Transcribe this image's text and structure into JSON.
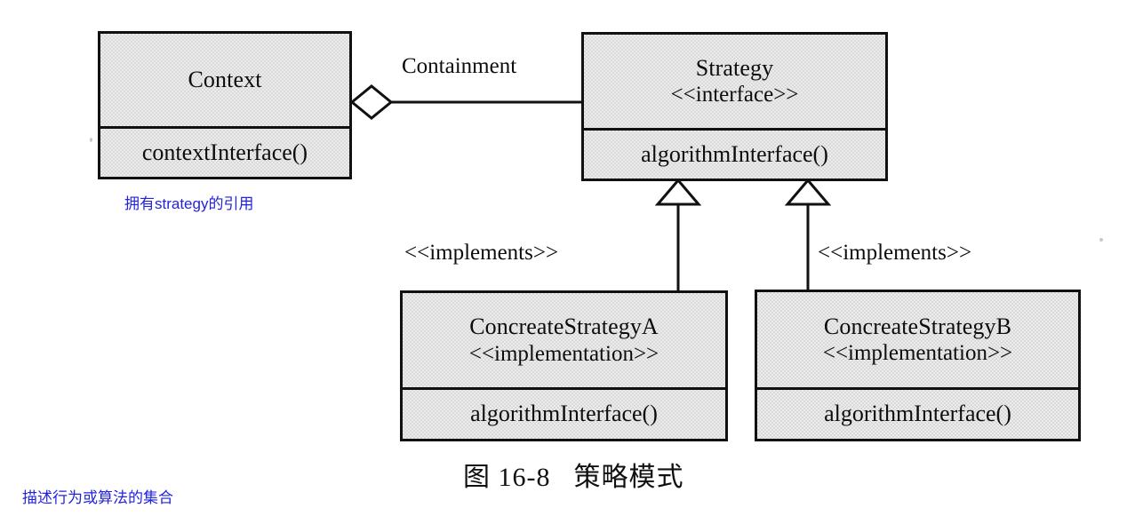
{
  "figure": {
    "caption_number": "图 16-8",
    "caption_title": "策略模式"
  },
  "classes": {
    "context": {
      "name": "Context",
      "operation": "contextInterface()"
    },
    "strategy": {
      "name": "Strategy",
      "stereotype": "<<interface>>",
      "operation": "algorithmInterface()"
    },
    "concrete_a": {
      "name": "ConcreateStrategyA",
      "stereotype": "<<implementation>>",
      "operation": "algorithmInterface()"
    },
    "concrete_b": {
      "name": "ConcreateStrategyB",
      "stereotype": "<<implementation>>",
      "operation": "algorithmInterface()"
    }
  },
  "relations": {
    "containment_label": "Containment",
    "implements_left_label": "<<implements>>",
    "implements_right_label": "<<implements>>"
  },
  "annotations": {
    "context_note": "拥有strategy的引用",
    "strategy_note": "描述行为或算法的集合"
  },
  "colors": {
    "box_fill": "#e4e4e4",
    "stroke": "#111111",
    "annotation_blue": "#2323dd",
    "page_background": "#ffffff"
  }
}
